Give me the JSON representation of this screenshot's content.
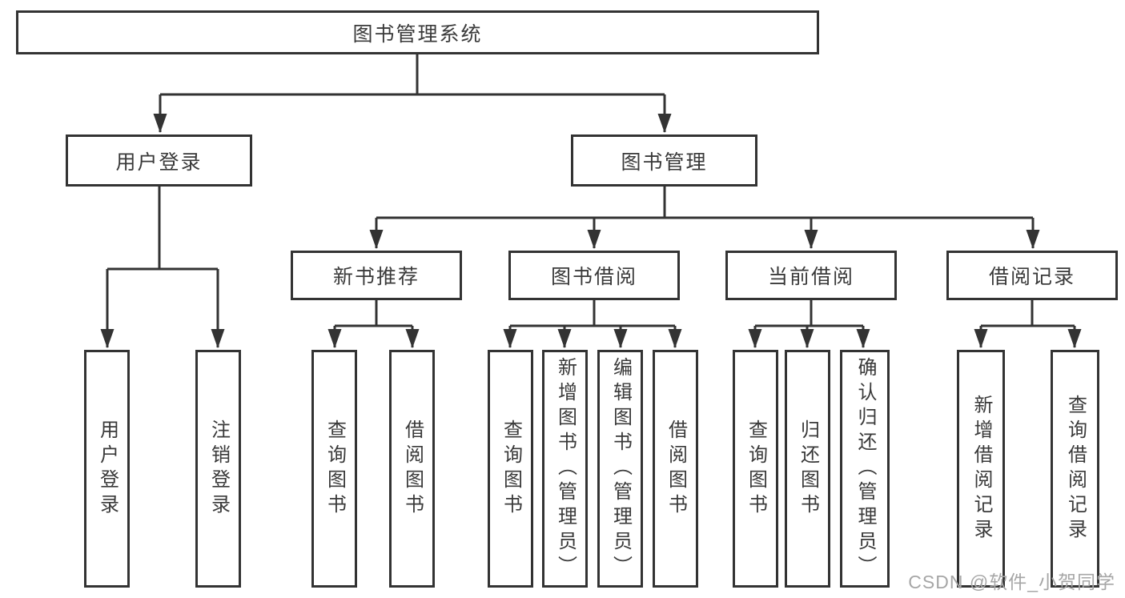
{
  "diagram": {
    "tree": {
      "root": {
        "label": "图书管理系统"
      },
      "level2": [
        {
          "label": "用户登录",
          "leaves": [
            "用户登录",
            "注销登录"
          ]
        },
        {
          "label": "图书管理",
          "groups": [
            {
              "label": "新书推荐",
              "leaves": [
                "查询图书",
                "借阅图书"
              ]
            },
            {
              "label": "图书借阅",
              "leaves": [
                "查询图书",
                "新增图书（管理员）",
                "编辑图书（管理员）",
                "借阅图书"
              ]
            },
            {
              "label": "当前借阅",
              "leaves": [
                "查询图书",
                "归还图书",
                "确认归还（管理员）"
              ]
            },
            {
              "label": "借阅记录",
              "leaves": [
                "新增借阅记录",
                "查询借阅记录"
              ]
            }
          ]
        }
      ]
    }
  },
  "watermark": {
    "text": "CSDN @软件_小贺同学"
  },
  "colors": {
    "line": "#333333",
    "box_border": "#333333",
    "text": "#3a3a3a",
    "watermark": "#a6a6a6",
    "background": "#ffffff"
  }
}
